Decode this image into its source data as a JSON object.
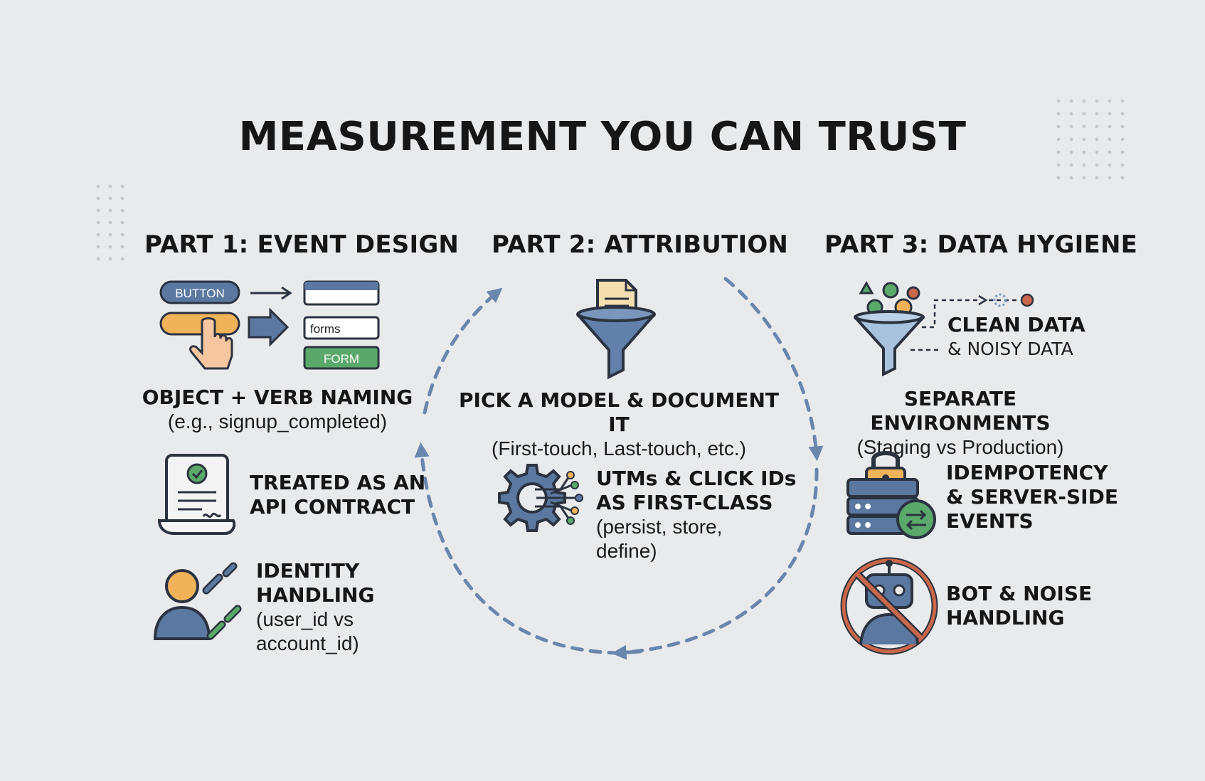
{
  "title": "MEASUREMENT YOU CAN TRUST",
  "colors": {
    "background": "#e9eaec",
    "blue": "#5b78a1",
    "orange": "#f0b35a",
    "green": "#5aa96a",
    "red": "#c9674a",
    "dark": "#3f4a5c"
  },
  "parts": [
    {
      "heading": "PART 1: EVENT DESIGN",
      "ui_labels": {
        "button": "BUTTON",
        "forms": "forms",
        "form": "FORM"
      },
      "items": [
        {
          "icon": "button-form-flow-icon",
          "title": "OBJECT + VERB NAMING",
          "sub": "(e.g., signup_completed)"
        },
        {
          "icon": "contract-document-icon",
          "title_lines": [
            "TREATED AS AN",
            "API CONTRACT"
          ]
        },
        {
          "icon": "identity-link-icon",
          "title_lines": [
            "IDENTITY",
            "HANDLING"
          ],
          "sub_lines": [
            "(user_id vs",
            "account_id)"
          ]
        }
      ]
    },
    {
      "heading": "PART 2: ATTRIBUTION",
      "items": [
        {
          "icon": "funnel-document-icon",
          "title": "PICK A MODEL & DOCUMENT IT",
          "sub": "(First-touch, Last-touch, etc.)"
        },
        {
          "icon": "gear-circuit-icon",
          "title_lines": [
            "UTMs & CLICK IDs",
            "AS FIRST-CLASS"
          ],
          "sub_lines": [
            "(persist, store,",
            "define)"
          ]
        }
      ]
    },
    {
      "heading": "PART 3: DATA HYGIENE",
      "items": [
        {
          "icon": "data-filter-funnel-icon",
          "labels": [
            "CLEAN DATA",
            "& NOISY DATA"
          ]
        },
        {
          "icon": "environments-icon",
          "title": "SEPARATE ENVIRONMENTS",
          "sub": "(Staging vs Production)"
        },
        {
          "icon": "server-lock-icon",
          "title_lines": [
            "IDEMPOTENCY",
            "& SERVER-SIDE",
            "EVENTS"
          ]
        },
        {
          "icon": "no-bot-icon",
          "title_lines": [
            "BOT & NOISE",
            "HANDLING"
          ]
        }
      ]
    }
  ]
}
